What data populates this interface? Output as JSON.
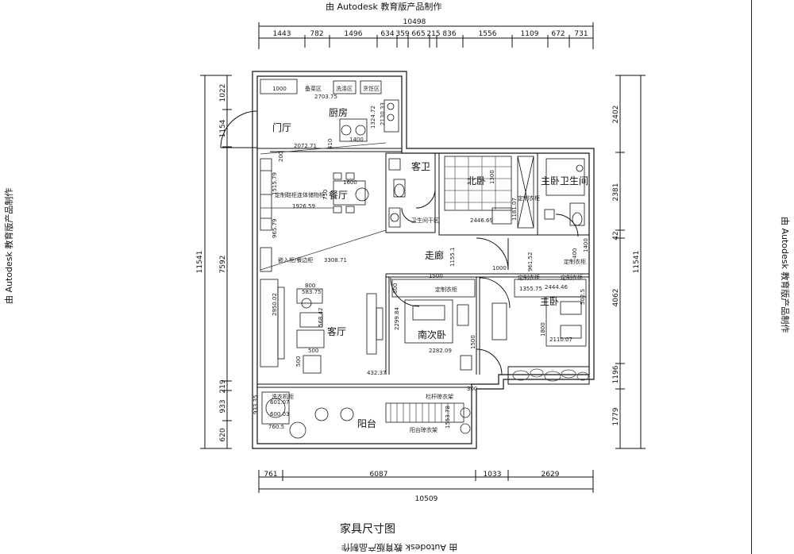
{
  "watermark": "由 Autodesk 教育版产品制作",
  "sheet_title": "家具尺寸图",
  "rooms": {
    "entry": "门厅",
    "kitchen": "厨房",
    "dining": "餐厅",
    "guest_bath": "客卫",
    "north_bedroom": "北卧",
    "master_bath": "主卧卫生间",
    "corridor": "走廊",
    "living": "客厅",
    "south_bedroom": "南次卧",
    "master_bedroom": "主卧",
    "balcony": "阳台"
  },
  "dims_top": {
    "total": "10498",
    "segments": [
      "1443",
      "782",
      "1496",
      "634",
      "359",
      "665",
      "215",
      "836",
      "1556",
      "1109",
      "672",
      "731"
    ]
  },
  "dims_bottom": {
    "total": "10509",
    "segments": [
      "761",
      "6087",
      "1033",
      "2629"
    ]
  },
  "dims_left": {
    "outer_total": "11541",
    "inner": [
      "1022",
      "1154",
      "7592",
      "219",
      "933",
      "620"
    ]
  },
  "dims_right": {
    "outer_total": "11541",
    "inner": [
      "2402",
      "2381",
      "4062",
      "42",
      "1196",
      "1779"
    ]
  },
  "interior_labels": {
    "k_1000": "1000",
    "k_storage": "备菜区",
    "k_wash": "洗涤区",
    "k_cook": "烹饪区",
    "k_2703": "2703.75",
    "k_1324": "1324.72",
    "k_2130": "2130.33",
    "k_1400": "1400",
    "k_410": "410",
    "e_2072": "2072.71",
    "e_200": "200",
    "d_1515": "1515.79",
    "d_cabinet": "定制鞋柜连体储物柜",
    "d_1600": "1600",
    "d_750": "750",
    "d_1926": "1926.59",
    "d_965": "965.79",
    "d_sideboard": "嵌入柜/餐边柜",
    "d_3308": "3308.71",
    "gb_shelf": "卫生间干区",
    "nb_1300": "1300",
    "nb_2446": "2446.69",
    "nb_1181": "1181.07",
    "nb_wardrobe": "定制衣柜",
    "nb_1400": "1400",
    "c_1155": "1155.1",
    "c_1000": "1000",
    "c_961": "961.52",
    "c_400": "400",
    "c_wardrobe": "定制衣柜",
    "lv_800": "800",
    "lv_583": "583.75",
    "lv_568": "568.42",
    "lv_2950": "2950.02",
    "lv_500a": "500",
    "lv_500b": "500",
    "lv_432": "432.37",
    "sb_1500": "1500",
    "sb_600": "600",
    "sb_wardrobe": "定制衣柜",
    "sb_2299": "2299.84",
    "sb_2282": "2282.09",
    "sb_1500b": "1500",
    "mb_wardrobe": "定制衣柜",
    "mb_wardrobe2": "定制衣柜",
    "mb_2444": "2444.46",
    "mb_502": "502.5",
    "mb_1355": "1355.75",
    "mb_2110": "2110.07",
    "mb_1800": "1800",
    "bl_washer": "洗衣机柜",
    "bl_601": "601.07",
    "bl_600": "600.03",
    "bl_933": "933.35",
    "bl_760": "760.5",
    "bl_rail": "栏杆晾衣架",
    "bl_300": "300",
    "bl_1553": "1553.78",
    "bl_rack": "阳台晾衣架"
  }
}
